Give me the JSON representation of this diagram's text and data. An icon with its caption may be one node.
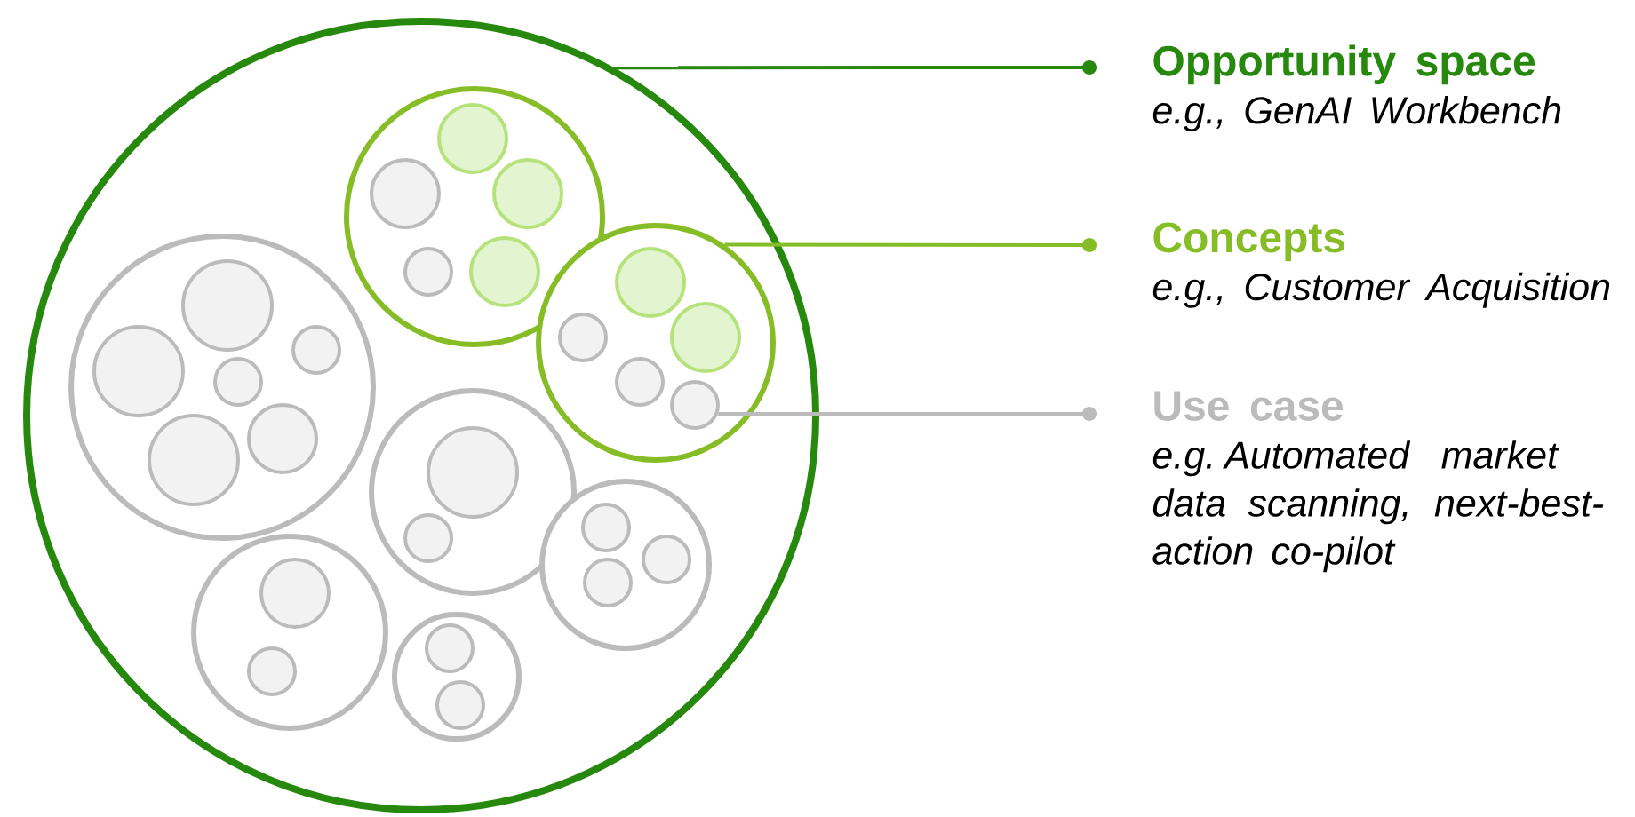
{
  "diagram": {
    "nodes": [
      {
        "text": [],
        "shape": "circle"
      },
      {
        "text": [],
        "shape": "circle",
        "in": 0
      },
      {
        "text": [],
        "shape": "circle",
        "in": 1
      },
      {
        "text": [],
        "shape": "circle",
        "in": 1
      },
      {
        "text": [],
        "shape": "circle",
        "in": 1
      },
      {
        "text": [],
        "shape": "circle",
        "in": 1
      },
      {
        "text": [],
        "shape": "circle",
        "in": 1
      },
      {
        "text": [],
        "shape": "circle",
        "in": 0
      },
      {
        "text": [],
        "shape": "circle",
        "in": 7
      },
      {
        "text": [],
        "shape": "circle",
        "in": 7
      },
      {
        "text": [],
        "shape": "circle",
        "in": 7
      },
      {
        "text": [],
        "shape": "circle",
        "in": 7
      },
      {
        "text": [],
        "shape": "circle",
        "in": 7
      },
      {
        "text": [],
        "shape": "circle",
        "in": 0
      },
      {
        "text": [],
        "shape": "circle",
        "in": 13
      },
      {
        "text": [],
        "shape": "circle",
        "in": 13
      },
      {
        "text": [],
        "shape": "circle",
        "in": 13
      },
      {
        "text": [],
        "shape": "circle",
        "in": 13
      },
      {
        "text": [],
        "shape": "circle",
        "in": 13
      },
      {
        "text": [],
        "shape": "circle",
        "in": 13
      },
      {
        "text": [],
        "shape": "circle",
        "in": 0
      },
      {
        "text": [],
        "shape": "circle",
        "in": 20
      },
      {
        "text": [],
        "shape": "circle",
        "in": 20
      },
      {
        "text": [],
        "shape": "circle",
        "in": 0
      },
      {
        "text": [],
        "shape": "circle",
        "in": 23
      },
      {
        "text": [],
        "shape": "circle",
        "in": 23
      },
      {
        "text": [],
        "shape": "circle",
        "in": 23
      },
      {
        "text": [],
        "shape": "circle",
        "in": 0
      },
      {
        "text": [],
        "shape": "circle",
        "in": 27
      },
      {
        "text": [],
        "shape": "circle",
        "in": 27
      },
      {
        "text": [],
        "shape": "circle",
        "in": 0
      },
      {
        "text": [],
        "shape": "circle",
        "in": 30
      },
      {
        "text": [],
        "shape": "circle",
        "in": 30
      },
      {
        "text": [
          "Opportunity space",
          "e.g., GenAI Workbench"
        ]
      },
      {
        "text": [
          "Concepts",
          "e.g., Customer Acquisition"
        ]
      },
      {
        "text": [
          "Use case",
          "e.g. Automated market data scanning, next-best-action co-pilot"
        ]
      }
    ],
    "edges": [
      {
        "from": 33,
        "to": 0,
        "arrow": "other",
        "color": "#26890d"
      },
      {
        "from": 34,
        "to": 7,
        "arrow": "other",
        "color": "#86bc25"
      },
      {
        "from": 35,
        "to": 12,
        "arrow": "other",
        "color": "#bbbbbb"
      }
    ]
  }
}
